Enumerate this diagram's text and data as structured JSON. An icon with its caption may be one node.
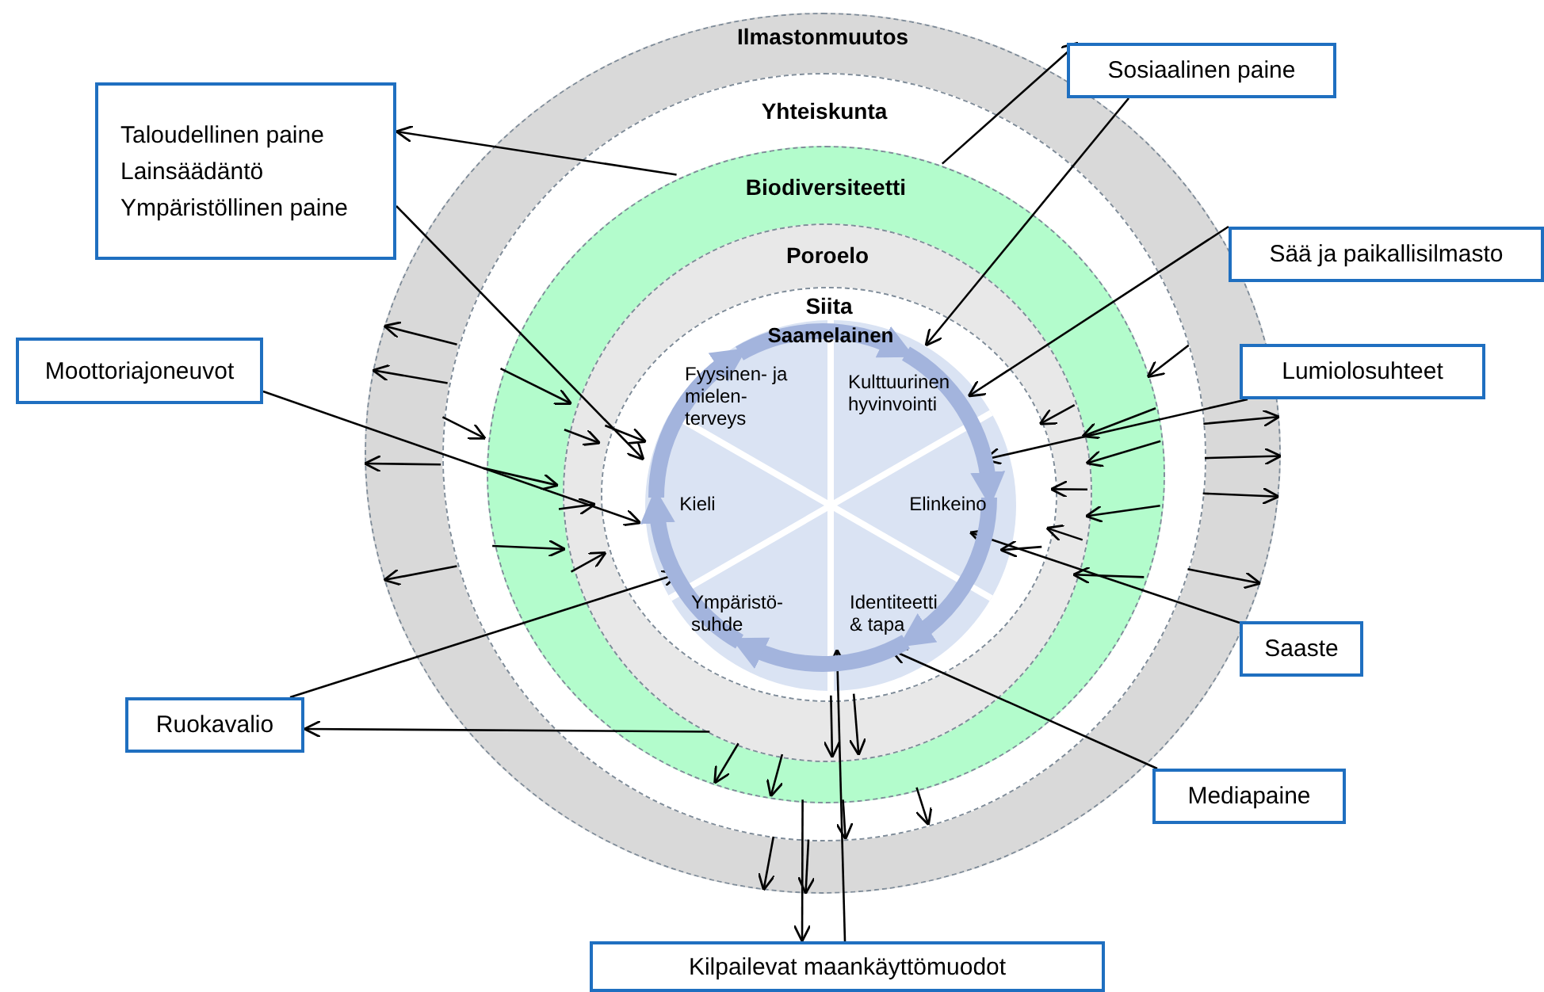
{
  "diagram": {
    "nodes": [
      {
        "text": [
          "Ilmastonmuutos"
        ]
      },
      {
        "text": [
          "Yhteiskunta"
        ],
        "in": 0
      },
      {
        "text": [
          "Biodiversiteetti"
        ],
        "in": 1
      },
      {
        "text": [
          "Poroelo"
        ],
        "in": 2
      },
      {
        "text": [
          "Siita"
        ],
        "in": 3
      },
      {
        "text": [
          "Saamelainen"
        ],
        "in": 4
      },
      {
        "text": [
          "Fyysinen- ja mielen- terveys"
        ],
        "in": 5
      },
      {
        "text": [
          "Kulttuurinen hyvinvointi"
        ],
        "in": 5
      },
      {
        "text": [
          "Kieli"
        ],
        "in": 5
      },
      {
        "text": [
          "Elinkeino"
        ],
        "in": 5
      },
      {
        "text": [
          "Ympäristö- suhde"
        ],
        "in": 5
      },
      {
        "text": [
          "Identiteetti & tapa"
        ],
        "in": 5
      },
      {
        "text": [
          "Sosiaalinen paine"
        ]
      },
      {
        "text": [
          "Taloudellinen paine",
          "Lainsäädäntö",
          "Ympäristöllinen paine"
        ]
      },
      {
        "text": [
          "Sää ja paikallisilmasto"
        ]
      },
      {
        "text": [
          "Moottoriajoneuvot"
        ]
      },
      {
        "text": [
          "Lumiolosuhteet"
        ]
      },
      {
        "text": [
          "Saaste"
        ]
      },
      {
        "text": [
          "Ruokavalio"
        ]
      },
      {
        "text": [
          "Mediapaine"
        ]
      },
      {
        "text": [
          "Kilpailevat maankäyttömuodot"
        ]
      }
    ],
    "edges": [
      {
        "from": 2,
        "to": 13,
        "arrow": "to"
      },
      {
        "from": 13,
        "to": 8,
        "arrow": "to"
      },
      {
        "from": 2,
        "to": 12,
        "arrow": "to"
      },
      {
        "from": 12,
        "to": 7,
        "arrow": "to"
      },
      {
        "from": 14,
        "to": 7,
        "arrow": "to"
      },
      {
        "from": 15,
        "to": 8,
        "arrow": "to"
      },
      {
        "from": 16,
        "to": 9,
        "arrow": "to"
      },
      {
        "from": 17,
        "to": 9,
        "arrow": "to"
      },
      {
        "from": 18,
        "to": 10,
        "arrow": "to"
      },
      {
        "from": 3,
        "to": 18,
        "arrow": "to"
      },
      {
        "from": 19,
        "to": 11,
        "arrow": "to"
      },
      {
        "from": 20,
        "to": 11,
        "arrow": "to"
      },
      {
        "from": 2,
        "to": 20,
        "arrow": "to"
      },
      {
        "from": 6,
        "to": 7,
        "arrow": "to",
        "style": "thick",
        "color": "#a3b4dd"
      },
      {
        "from": 7,
        "to": 9,
        "arrow": "to",
        "style": "thick",
        "color": "#a3b4dd"
      },
      {
        "from": 9,
        "to": 11,
        "arrow": "to",
        "style": "thick",
        "color": "#a3b4dd"
      },
      {
        "from": 11,
        "to": 10,
        "arrow": "to",
        "style": "thick",
        "color": "#a3b4dd"
      },
      {
        "from": 10,
        "to": 8,
        "arrow": "to",
        "style": "thick",
        "color": "#a3b4dd"
      },
      {
        "from": 8,
        "to": 6,
        "arrow": "to",
        "style": "thick",
        "color": "#a3b4dd"
      },
      {
        "from": 1,
        "to": 0,
        "arrow": "to"
      },
      {
        "from": 1,
        "to": 0,
        "arrow": "to"
      },
      {
        "from": 1,
        "to": 2,
        "arrow": "to"
      },
      {
        "from": 2,
        "to": 3,
        "arrow": "to"
      },
      {
        "from": 3,
        "to": 4,
        "arrow": "to"
      },
      {
        "from": 4,
        "to": 5,
        "arrow": "to"
      },
      {
        "from": 2,
        "to": 3,
        "arrow": "to"
      },
      {
        "from": 3,
        "to": 4,
        "arrow": "to"
      },
      {
        "from": 1,
        "to": 0,
        "arrow": "to"
      },
      {
        "from": 1,
        "to": 0,
        "arrow": "to"
      },
      {
        "from": 1,
        "to": 2,
        "arrow": "to"
      },
      {
        "from": 2,
        "to": 3,
        "arrow": "to"
      },
      {
        "from": 2,
        "to": 3,
        "arrow": "to"
      },
      {
        "from": 3,
        "to": 4,
        "arrow": "to"
      },
      {
        "from": 4,
        "to": 5,
        "arrow": "to"
      },
      {
        "from": 1,
        "to": 0,
        "arrow": "to"
      },
      {
        "from": 1,
        "to": 0,
        "arrow": "to"
      },
      {
        "from": 3,
        "to": 4,
        "arrow": "to"
      },
      {
        "from": 2,
        "to": 3,
        "arrow": "to"
      },
      {
        "from": 3,
        "to": 4,
        "arrow": "to"
      },
      {
        "from": 2,
        "to": 3,
        "arrow": "to"
      },
      {
        "from": 3,
        "to": 2,
        "arrow": "to"
      },
      {
        "from": 1,
        "to": 0,
        "arrow": "to"
      },
      {
        "from": 3,
        "to": 4,
        "arrow": "to"
      },
      {
        "from": 2,
        "to": 3,
        "arrow": "to"
      },
      {
        "from": 1,
        "to": 0,
        "arrow": "to"
      },
      {
        "from": 4,
        "to": 3,
        "arrow": "to"
      },
      {
        "from": 2,
        "to": 1,
        "arrow": "to"
      },
      {
        "from": 4,
        "to": 3,
        "arrow": "to"
      },
      {
        "from": 3,
        "to": 2,
        "arrow": "to"
      },
      {
        "from": 2,
        "to": 1,
        "arrow": "to"
      },
      {
        "from": 1,
        "to": 0,
        "arrow": "to"
      },
      {
        "from": 1,
        "to": 0,
        "arrow": "to"
      }
    ]
  }
}
